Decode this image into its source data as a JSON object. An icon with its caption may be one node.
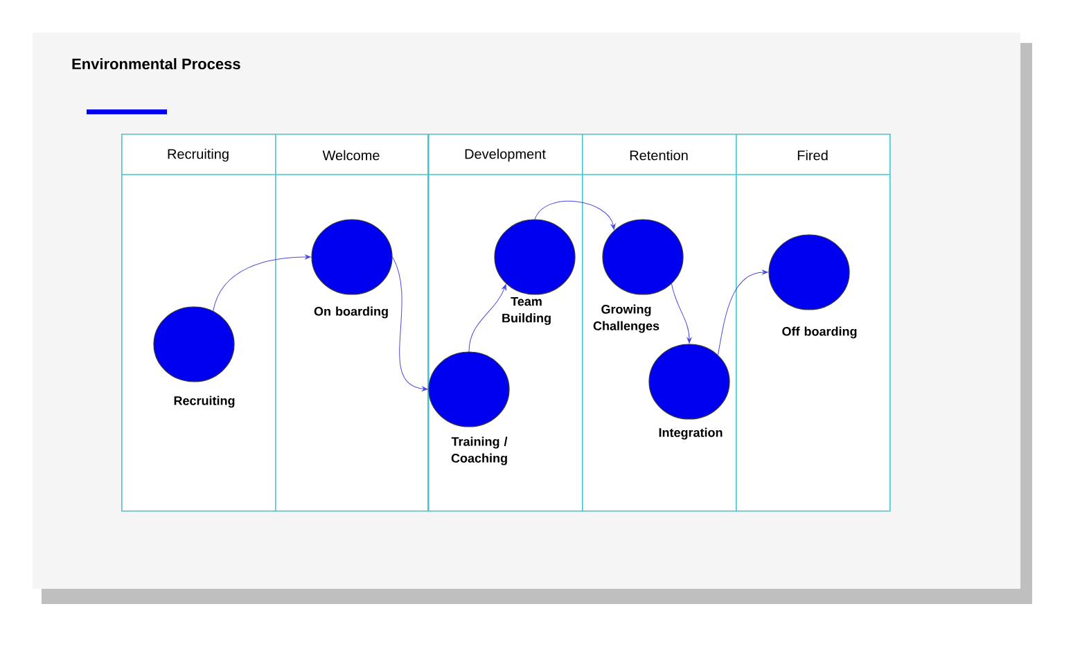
{
  "diagram": {
    "title": "Environmental Process",
    "nodes": [
      {
        "text": [
          "Recruiting"
        ]
      },
      {
        "text": [
          "Welcome"
        ]
      },
      {
        "text": [
          "Development"
        ]
      },
      {
        "text": [
          "Retention"
        ]
      },
      {
        "text": [
          "Fired"
        ]
      },
      {
        "text": [
          "Recruiting"
        ],
        "in": 0
      },
      {
        "text": [
          "On boarding"
        ],
        "in": 1
      },
      {
        "text": [
          "Training / Coaching"
        ],
        "in": 2
      },
      {
        "text": [
          "Team Building"
        ],
        "in": 2
      },
      {
        "text": [
          "Growing Challenges"
        ],
        "in": 3
      },
      {
        "text": [
          "Integration"
        ],
        "in": 3
      },
      {
        "text": [
          "Off boarding"
        ],
        "in": 4
      }
    ],
    "edges": [
      {
        "from": 5,
        "to": 6,
        "arrow": "to"
      },
      {
        "from": 6,
        "to": 7,
        "arrow": "to"
      },
      {
        "from": 7,
        "to": 8,
        "arrow": "to"
      },
      {
        "from": 8,
        "to": 9,
        "arrow": "to"
      },
      {
        "from": 9,
        "to": 10,
        "arrow": "to"
      },
      {
        "from": 10,
        "to": 11,
        "arrow": "to"
      }
    ]
  }
}
